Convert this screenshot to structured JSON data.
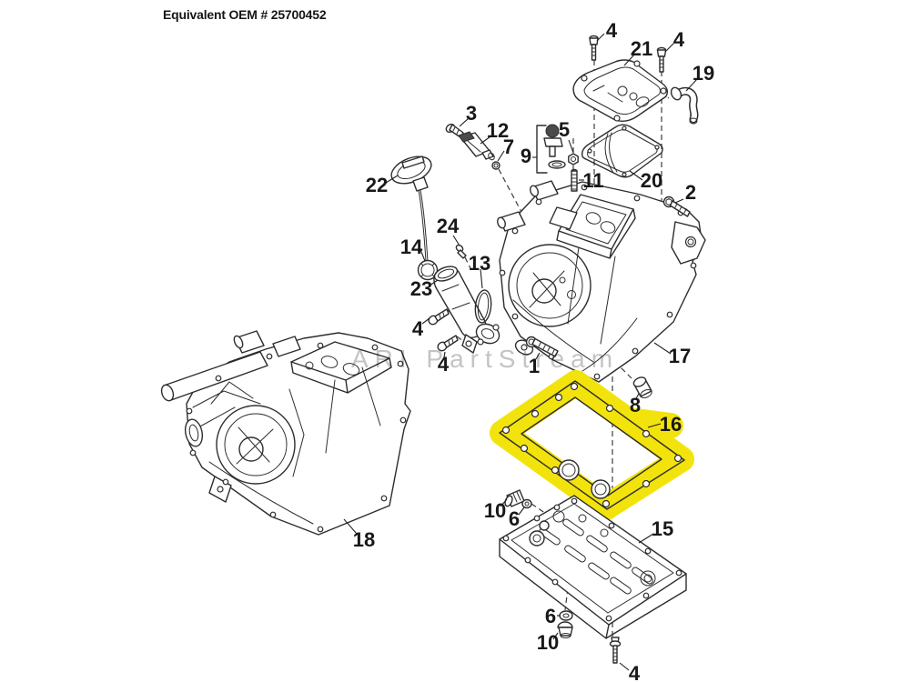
{
  "page": {
    "title": "Equivalent OEM # 25700452",
    "watermark": "ARI PartStream"
  },
  "colors": {
    "highlight": "#f2e30c",
    "line_art": "#2d2d2d",
    "watermark": "#c4c4c4",
    "label": "#181818",
    "background": "#ffffff"
  },
  "diagram": {
    "type": "exploded-parts-diagram",
    "highlighted_callout": "16",
    "callouts": [
      {
        "label": "4"
      },
      {
        "label": "21"
      },
      {
        "label": "4"
      },
      {
        "label": "19"
      },
      {
        "label": "3"
      },
      {
        "label": "12"
      },
      {
        "label": "7"
      },
      {
        "label": "5"
      },
      {
        "label": "9"
      },
      {
        "label": "11"
      },
      {
        "label": "20"
      },
      {
        "label": "2"
      },
      {
        "label": "22"
      },
      {
        "label": "14"
      },
      {
        "label": "24"
      },
      {
        "label": "13"
      },
      {
        "label": "23"
      },
      {
        "label": "4"
      },
      {
        "label": "4"
      },
      {
        "label": "1"
      },
      {
        "label": "17"
      },
      {
        "label": "8"
      },
      {
        "label": "16"
      },
      {
        "label": "18"
      },
      {
        "label": "10"
      },
      {
        "label": "6"
      },
      {
        "label": "15"
      },
      {
        "label": "6"
      },
      {
        "label": "10"
      },
      {
        "label": "4"
      }
    ]
  }
}
